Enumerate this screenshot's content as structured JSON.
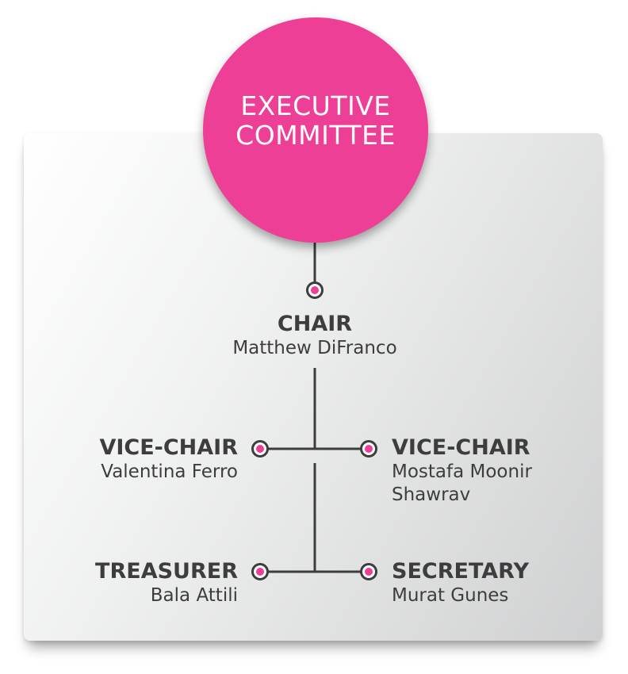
{
  "header": {
    "title_line1": "EXECUTIVE",
    "title_line2": "COMMITTEE"
  },
  "chair": {
    "role": "CHAIR",
    "name": "Matthew DiFranco"
  },
  "vice_chair_left": {
    "role": "VICE-CHAIR",
    "name": "Valentina Ferro"
  },
  "vice_chair_right": {
    "role": "VICE-CHAIR",
    "name_line1": "Mostafa Moonir",
    "name_line2": "Shawrav"
  },
  "treasurer": {
    "role": "TREASURER",
    "name": "Bala Attili"
  },
  "secretary": {
    "role": "SECRETARY",
    "name": "Murat Gunes"
  },
  "colors": {
    "accent": "#ee3f96",
    "text": "#3d3d3f",
    "line": "#3d3d3f"
  }
}
